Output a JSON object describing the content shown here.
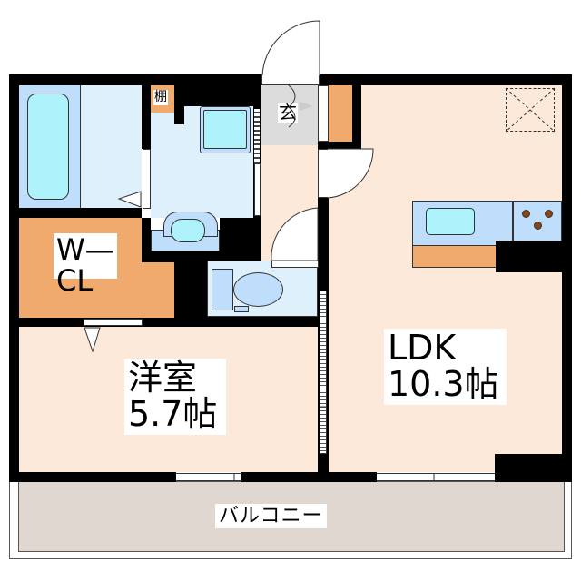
{
  "floorplan": {
    "rooms": {
      "western_room": {
        "name": "洋室",
        "size": "5.7帖"
      },
      "ldk": {
        "name": "LDK",
        "size": "10.3帖"
      },
      "walk_in_closet": {
        "name_line1": "W—",
        "name_line2": "CL"
      },
      "entrance": {
        "name": "玄"
      },
      "shelf": {
        "name": "棚"
      },
      "balcony": {
        "name": "バルコニー"
      }
    },
    "colors": {
      "wall": "#000000",
      "living_floor": "#fde9da",
      "wet_area_floor": "#dff0fd",
      "fixture_blue": "#bfdefb",
      "fixture_cyan": "#aef2fb",
      "storage_orange": "#f0aa6e",
      "entrance_gray": "#dcdcdc",
      "balcony": "#e0d8d0",
      "stove_burner": "#8b4513"
    }
  }
}
